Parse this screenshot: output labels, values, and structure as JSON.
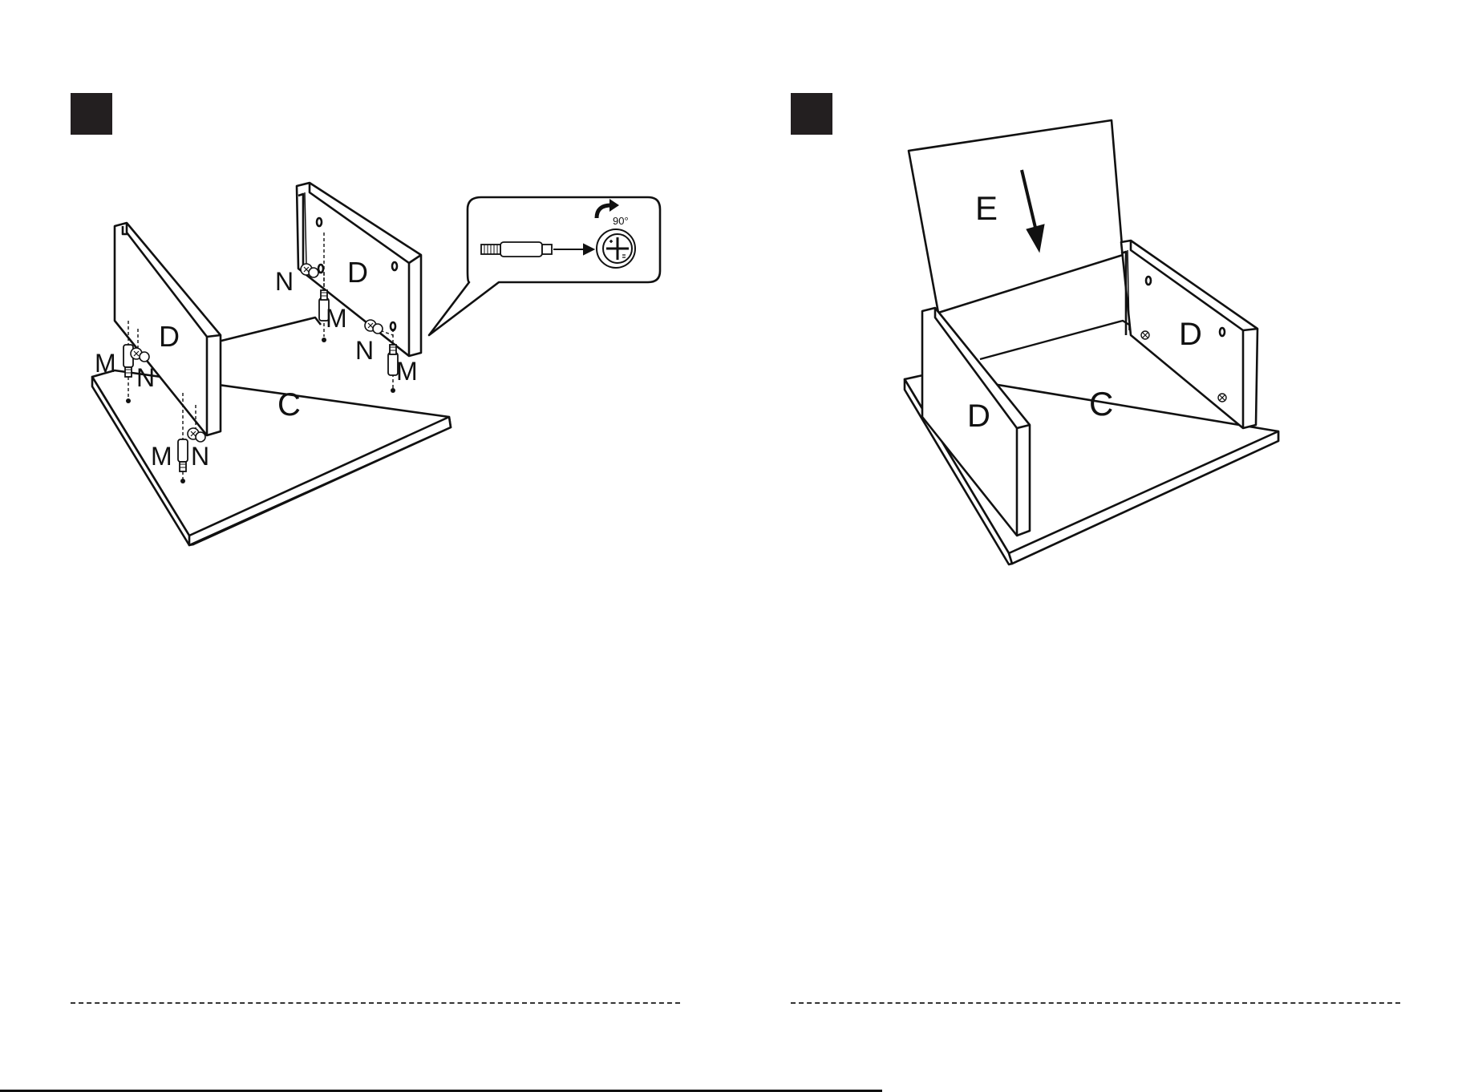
{
  "colors": {
    "ink": "#111111",
    "badge": "#231f20",
    "paper": "#ffffff"
  },
  "step_left": {
    "parts": {
      "left_panel": "D",
      "right_panel": "D",
      "base": "C"
    },
    "hardware": {
      "dowel_label": "M",
      "cam_label": "N"
    },
    "callout": {
      "rotation": "90°"
    }
  },
  "step_right": {
    "parts": {
      "back_panel": "E",
      "left_panel": "D",
      "right_panel": "D",
      "base": "C"
    }
  },
  "icons": {
    "step_badge": "filled-square",
    "rotate_arrow": "curved-arrow-icon",
    "insert_arrow": "arrow-right-icon",
    "direction_arrow": "arrow-down-icon"
  }
}
